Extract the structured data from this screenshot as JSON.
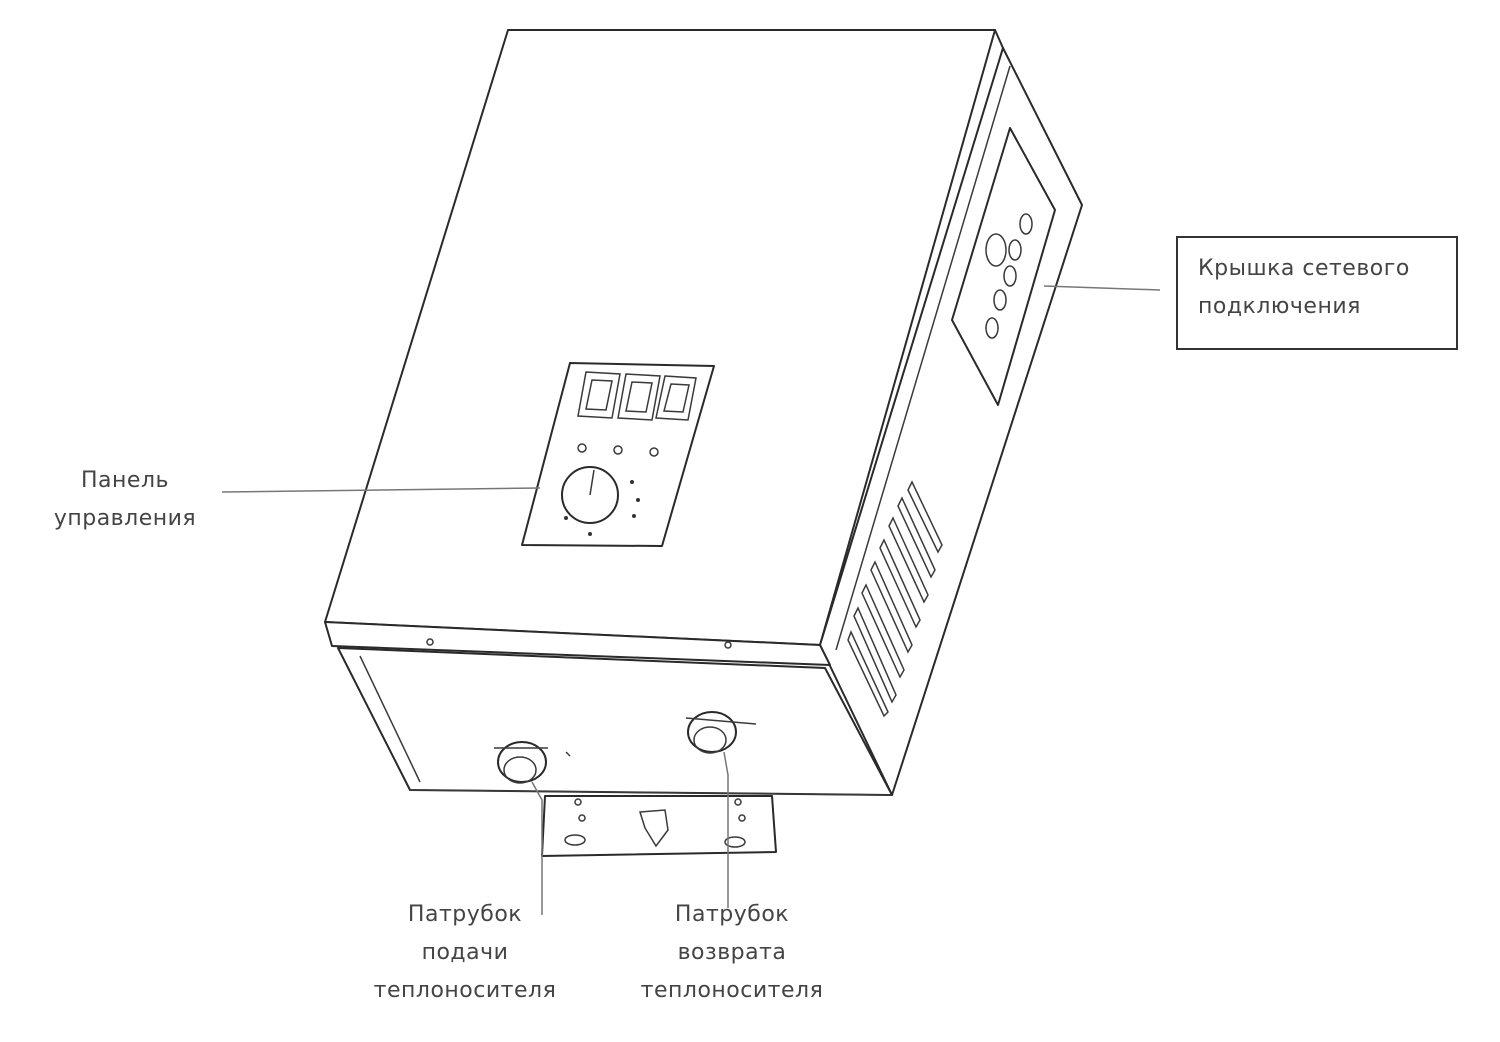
{
  "diagram": {
    "labels": {
      "cover": [
        "Крышка  сетевого",
        "подключения"
      ],
      "panel": [
        "Панель",
        "управления"
      ],
      "supply": [
        "Патрубок",
        "подачи",
        "теплоносителя"
      ],
      "return": [
        "Патрубок",
        "возврата",
        "теплоносителя"
      ]
    },
    "colors": {
      "line": "#2a2a2a",
      "text": "#444444",
      "background": "#ffffff"
    }
  }
}
